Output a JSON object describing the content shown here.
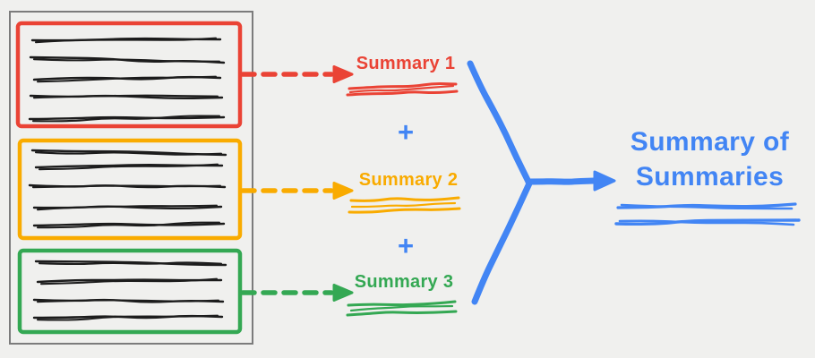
{
  "colors": {
    "background": "#f0f0ee",
    "document_border": "#7c7c7c",
    "text_scribble": "#1c1c1c",
    "red": "#EA4335",
    "orange": "#F9AB00",
    "green": "#34A853",
    "blue": "#4285F4"
  },
  "document": {
    "sections": [
      {
        "name": "section-1",
        "color_key": "red",
        "scribble_line_count": 5
      },
      {
        "name": "section-2",
        "color_key": "orange",
        "scribble_line_count": 5
      },
      {
        "name": "section-3",
        "color_key": "green",
        "scribble_line_count": 4
      }
    ]
  },
  "summaries": [
    {
      "label": "Summary 1",
      "color_key": "red"
    },
    {
      "label": "Summary 2",
      "color_key": "orange"
    },
    {
      "label": "Summary 3",
      "color_key": "green"
    }
  ],
  "operators": {
    "plus": "+"
  },
  "result": {
    "line1": "Summary of",
    "line2": "Summaries",
    "color_key": "blue"
  }
}
